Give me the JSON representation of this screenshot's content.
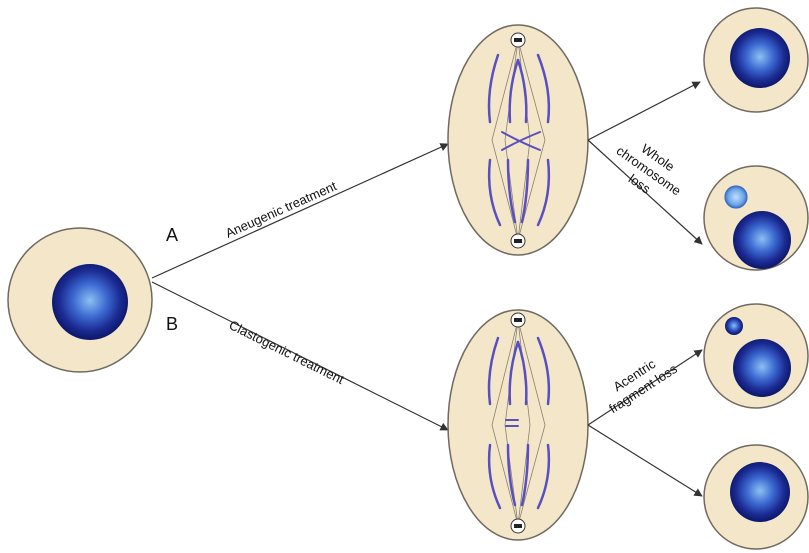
{
  "labels": {
    "branch_a": "A",
    "branch_b": "B",
    "aneugenic": "Aneugenic treatment",
    "clastogenic": "Clastogenic treatment",
    "whole_loss_line1": "Whole",
    "whole_loss_line2": "chromosome",
    "whole_loss_line3": "loss",
    "acentric_line1": "Acentric",
    "acentric_line2": "fragment loss"
  },
  "colors": {
    "cytoplasm": "#f3e6c9",
    "cell_outline": "#6e6a60",
    "nucleus_dark": "#1a2a8c",
    "nucleus_light": "#6fa8e8",
    "chromosome": "#5a4fc0",
    "arrow": "#333333"
  }
}
